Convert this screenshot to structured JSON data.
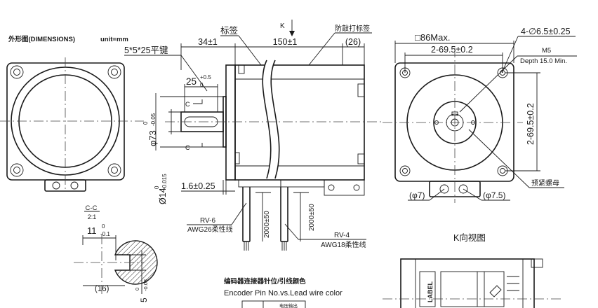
{
  "header": {
    "title": "外形图(DIMENSIONS)",
    "unit": "unit=mm"
  },
  "labels": {
    "key_spec": "5*5*25平键",
    "tag": "标签",
    "view_letter": "K",
    "anti_tamper_tag": "防敲打标签",
    "dim_34": "34±1",
    "dim_150": "150±1",
    "dim_26": "(26)",
    "dim_25": "25",
    "dim_25_tol_upper": "+0.5",
    "dim_25_tol_lower": "0",
    "section_marker": "C",
    "dim_73": "φ73",
    "dim_73_tol_upper": "0",
    "dim_73_tol_lower": "-0.05",
    "dim_14": "Ø14",
    "dim_14_tol_upper": "0",
    "dim_14_tol_lower": "-0.015",
    "dim_1_6": "1.6±0.25",
    "dim_2000_a": "2000±50",
    "dim_2000_b": "2000±50",
    "rv6": "RV-6",
    "awg26": "AWG26柔性线",
    "rv4": "RV-4",
    "awg18": "AWG18柔性线",
    "section_title": "C-C",
    "section_scale": "2:1",
    "dim_11": "11",
    "dim_11_tol_upper": "0",
    "dim_11_tol_lower": "-0.1",
    "dim_16": "(16)",
    "dim_5": "5",
    "dim_5_tol_upper": "0",
    "dim_5_tol_lower": "-0.03",
    "encoder_title_cn": "编码器连接器针位/引线颜色",
    "encoder_title_en": "Encoder Pin No.vs.Lead wire color",
    "flange_max": "□86Max.",
    "holes": "4-∅6.5±0.25",
    "pitch_h": "2-69.5±0.2",
    "pitch_v": "2-69.5±0.2",
    "m5": "M5",
    "m5_depth": "Depth 15.0 Min.",
    "preload_nut": "预紧螺母",
    "phi7": "(φ7)",
    "phi7_5": "(φ7.5)",
    "k_view": "K向视图",
    "label_text": "LABEL",
    "table_header": "电压输出"
  },
  "colors": {
    "line": "#1a1a1a",
    "center_line": "#444444",
    "hatch": "#1a1a1a",
    "background": "#ffffff"
  }
}
